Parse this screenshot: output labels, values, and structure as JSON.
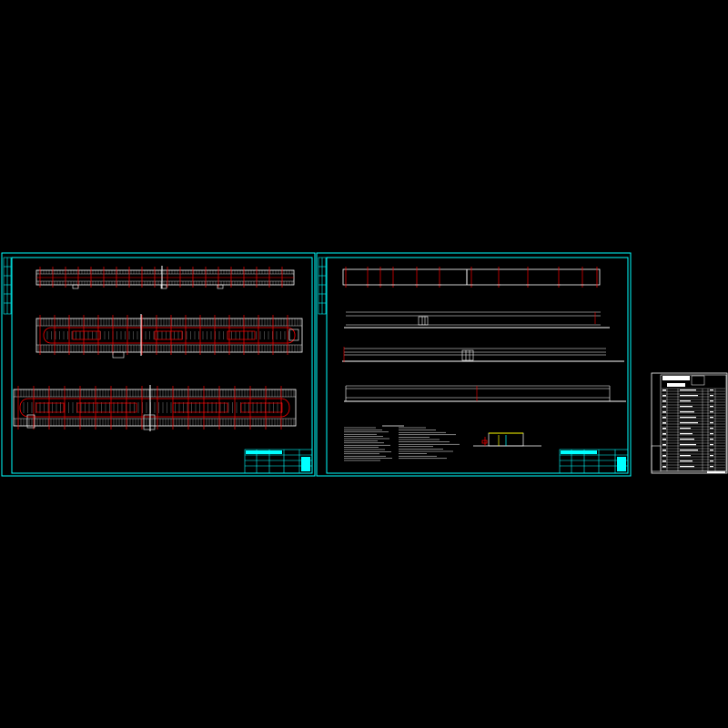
{
  "colors": {
    "background": "#000000",
    "sheet_border": "#00ffff",
    "title_block": "#00ffff",
    "structure": "#ff0000",
    "lines": "#ffffff",
    "accent": "#ffff00",
    "beam": "#ff00ff"
  },
  "sheets": [
    {
      "role": "parking-layout-plans-sheet"
    },
    {
      "role": "profiles-and-notes-sheet"
    },
    {
      "role": "drawing-index-table"
    }
  ],
  "icons": [
    "title-block-icon",
    "north-arrow-icon"
  ]
}
